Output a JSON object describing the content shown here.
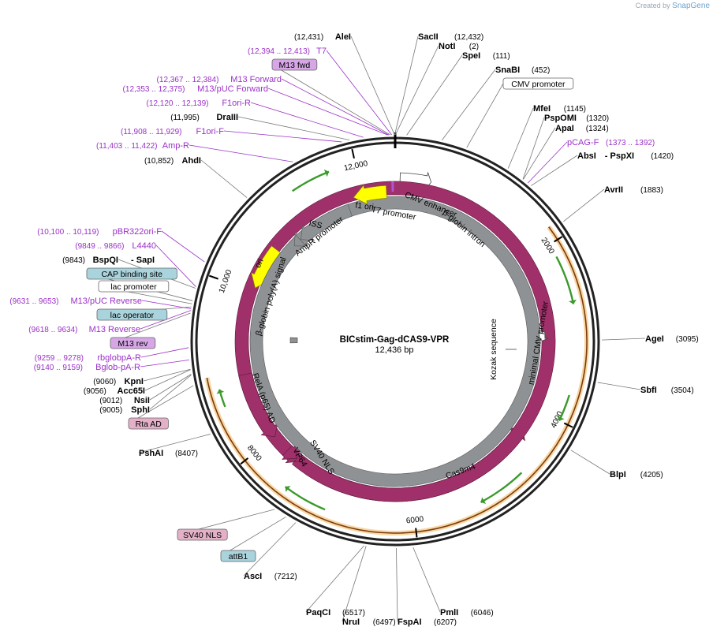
{
  "credit": {
    "prefix": "Created by",
    "brand": "SnapGene"
  },
  "plasmid": {
    "name": "BICstim-Gag-dCAS9-VPR",
    "length_label": "12,436 bp",
    "length": 12436
  },
  "colors": {
    "site": "#000000",
    "primer": "#9b30c8",
    "feature_purple": "#a0306a",
    "yellow": "#ffff00",
    "green": "#3a9a2a",
    "gray": "#8f9295",
    "orange_ring": "#f5c270",
    "box_teal": "#a9d3dd",
    "box_pink": "#e3b0c8",
    "box_lilac": "#d6a6e6"
  },
  "ticks": [
    {
      "pos": 2000,
      "label": "2000"
    },
    {
      "pos": 4000,
      "label": "4000"
    },
    {
      "pos": 6000,
      "label": "6000"
    },
    {
      "pos": 8000,
      "label": "8000"
    },
    {
      "pos": 10000,
      "label": "10,000"
    },
    {
      "pos": 12000,
      "label": "12,000"
    }
  ],
  "labels": [
    {
      "kind": "site",
      "pos": 12431,
      "num": "(12,431)",
      "name": "AleI"
    },
    {
      "kind": "site",
      "pos": 12432,
      "num": "(12,432)",
      "name": "SacII"
    },
    {
      "kind": "site",
      "pos": 2,
      "num": "(2)",
      "name": "NotI"
    },
    {
      "kind": "site",
      "pos": 111,
      "num": "(111)",
      "name": "SpeI"
    },
    {
      "kind": "site",
      "pos": 452,
      "num": "(452)",
      "name": "SnaBI"
    },
    {
      "kind": "box",
      "pos": 700,
      "name": "CMV promoter",
      "box": "white"
    },
    {
      "kind": "site",
      "pos": 1145,
      "num": "(1145)",
      "name": "MfeI"
    },
    {
      "kind": "site",
      "pos": 1320,
      "num": "(1320)",
      "name": "PspOMI"
    },
    {
      "kind": "site",
      "pos": 1324,
      "num": "(1324)",
      "name": "ApaI"
    },
    {
      "kind": "primer",
      "pos": 1380,
      "name": "pCAG-F",
      "num": "(1373 .. 1392)"
    },
    {
      "kind": "site",
      "pos": 1420,
      "num": "(1420)",
      "name": "AbsI",
      "name2": "- PspXI"
    },
    {
      "kind": "site",
      "pos": 1883,
      "num": "(1883)",
      "name": "AvrII"
    },
    {
      "kind": "site",
      "pos": 3095,
      "num": "(3095)",
      "name": "AgeI"
    },
    {
      "kind": "site",
      "pos": 3504,
      "num": "(3504)",
      "name": "SbfI"
    },
    {
      "kind": "site",
      "pos": 4205,
      "num": "(4205)",
      "name": "BlpI"
    },
    {
      "kind": "site",
      "pos": 6046,
      "num": "(6046)",
      "name": "PmlI"
    },
    {
      "kind": "site",
      "pos": 6207,
      "num": "(6207)",
      "name": "FspAI"
    },
    {
      "kind": "site",
      "pos": 6497,
      "num": "(6497)",
      "name": "NruI"
    },
    {
      "kind": "site",
      "pos": 6517,
      "num": "(6517)",
      "name": "PaqCI"
    },
    {
      "kind": "site",
      "pos": 7212,
      "num": "(7212)",
      "name": "AscI"
    },
    {
      "kind": "box",
      "pos": 7320,
      "name": "attB1",
      "box": "teal"
    },
    {
      "kind": "box",
      "pos": 7450,
      "name": "SV40 NLS",
      "box": "pink"
    },
    {
      "kind": "site",
      "pos": 8407,
      "num": "(8407)",
      "name": "PshAI"
    },
    {
      "kind": "box",
      "pos": 8900,
      "name": "Rta AD",
      "box": "pink"
    },
    {
      "kind": "site",
      "pos": 9005,
      "num": "(9005)",
      "name": "SphI"
    },
    {
      "kind": "site",
      "pos": 9012,
      "num": "(9012)",
      "name": "NsiI"
    },
    {
      "kind": "site",
      "pos": 9056,
      "num": "(9056)",
      "name": "Acc65I"
    },
    {
      "kind": "site",
      "pos": 9060,
      "num": "(9060)",
      "name": "KpnI"
    },
    {
      "kind": "primer",
      "pos": 9150,
      "name": "Bglob-pA-R",
      "num": "(9140 .. 9159)"
    },
    {
      "kind": "primer",
      "pos": 9268,
      "name": "rbglobpA-R",
      "num": "(9259 .. 9278)"
    },
    {
      "kind": "box",
      "pos": 9600,
      "name": "M13 rev",
      "box": "lilac"
    },
    {
      "kind": "primer",
      "pos": 9626,
      "name": "M13 Reverse",
      "num": "(9618 .. 9634)"
    },
    {
      "kind": "box",
      "pos": 9660,
      "name": "lac operator",
      "box": "teal"
    },
    {
      "kind": "primer",
      "pos": 9642,
      "name": "M13/pUC Reverse",
      "num": "(9631 .. 9653)"
    },
    {
      "kind": "box",
      "pos": 9690,
      "name": "lac promoter",
      "box": "white"
    },
    {
      "kind": "box",
      "pos": 9720,
      "name": "CAP binding site",
      "box": "teal"
    },
    {
      "kind": "site",
      "pos": 9843,
      "num": "(9843)",
      "name": "BspQI",
      "name2": "- SapI"
    },
    {
      "kind": "primer",
      "pos": 9858,
      "name": "L4440",
      "num": "(9849 .. 9866)"
    },
    {
      "kind": "primer",
      "pos": 10110,
      "name": "pBR322ori-F",
      "num": "(10,100 .. 10,119)"
    },
    {
      "kind": "site",
      "pos": 10852,
      "num": "(10,852)",
      "name": "AhdI"
    },
    {
      "kind": "primer",
      "pos": 11412,
      "name": "Amp-R",
      "num": "(11,403 .. 11,422)"
    },
    {
      "kind": "primer",
      "pos": 11918,
      "name": "F1ori-F",
      "num": "(11,908 .. 11,929)"
    },
    {
      "kind": "site",
      "pos": 11995,
      "num": "(11,995)",
      "name": "DraIII"
    },
    {
      "kind": "primer",
      "pos": 12130,
      "name": "F1ori-R",
      "num": "(12,120 .. 12,139)"
    },
    {
      "kind": "primer",
      "pos": 12364,
      "name": "M13/pUC Forward",
      "num": "(12,353 .. 12,375)"
    },
    {
      "kind": "primer",
      "pos": 12375,
      "name": "M13 Forward",
      "num": "(12,367 .. 12,384)"
    },
    {
      "kind": "box",
      "pos": 12390,
      "name": "M13 fwd",
      "box": "lilac"
    },
    {
      "kind": "primer",
      "pos": 12403,
      "name": "T7",
      "num": "(12,394 .. 12,413)"
    }
  ],
  "features": [
    {
      "name": "CMV enhancer",
      "start": 60,
      "end": 440,
      "type": "outline"
    },
    {
      "name": "β-globin intron",
      "start": 780,
      "end": 1370,
      "type": "bar_black"
    },
    {
      "name": "Cas9m4",
      "start": 4280,
      "end": 7400,
      "type": "purple"
    },
    {
      "name": "SV40 NLS",
      "start": 7550,
      "end": 7600,
      "type": "purple"
    },
    {
      "name": "VP64",
      "start": 7610,
      "end": 7760,
      "type": "purple"
    },
    {
      "name": "RelA (p65) AD",
      "start": 8000,
      "end": 8900,
      "type": "purple"
    },
    {
      "name": "β-globin poly(A) signal",
      "start": 9300,
      "end": 9400,
      "type": "gray_small"
    },
    {
      "name": "ori",
      "start": 10050,
      "end": 10630,
      "type": "yellow"
    },
    {
      "name": "AmpR promoter",
      "start": 10830,
      "end": 10950,
      "type": "gray"
    },
    {
      "name": "AmpR",
      "start": 10960,
      "end": 11780,
      "type": "gray"
    },
    {
      "name": "f1 ori",
      "start": 11880,
      "end": 12320,
      "type": "yellow"
    },
    {
      "name": "T7 promoter",
      "start": 12390,
      "end": 12420,
      "type": "purple_small"
    },
    {
      "name": "minimal CMV promoter",
      "start": 3040,
      "end": 3100,
      "type": "outline_small"
    },
    {
      "name": "Kozak sequence",
      "start": 3130,
      "end": 3150,
      "type": "point"
    }
  ],
  "feature_labels": [
    {
      "text": "CMV enhancer"
    },
    {
      "text": "β-globin intron"
    },
    {
      "text": "T7 promoter"
    },
    {
      "text": "f1 ori"
    },
    {
      "text": "ISS"
    },
    {
      "text": "AmpR promoter"
    },
    {
      "text": "ori"
    },
    {
      "text": "β-globin poly(A) signal"
    },
    {
      "text": "RelA (p65) AD"
    },
    {
      "text": "SV40 NLS"
    },
    {
      "text": "VP64"
    },
    {
      "text": "Cas9m4"
    },
    {
      "text": "Kozak sequence"
    },
    {
      "text": "minimal CMV promoter"
    }
  ]
}
